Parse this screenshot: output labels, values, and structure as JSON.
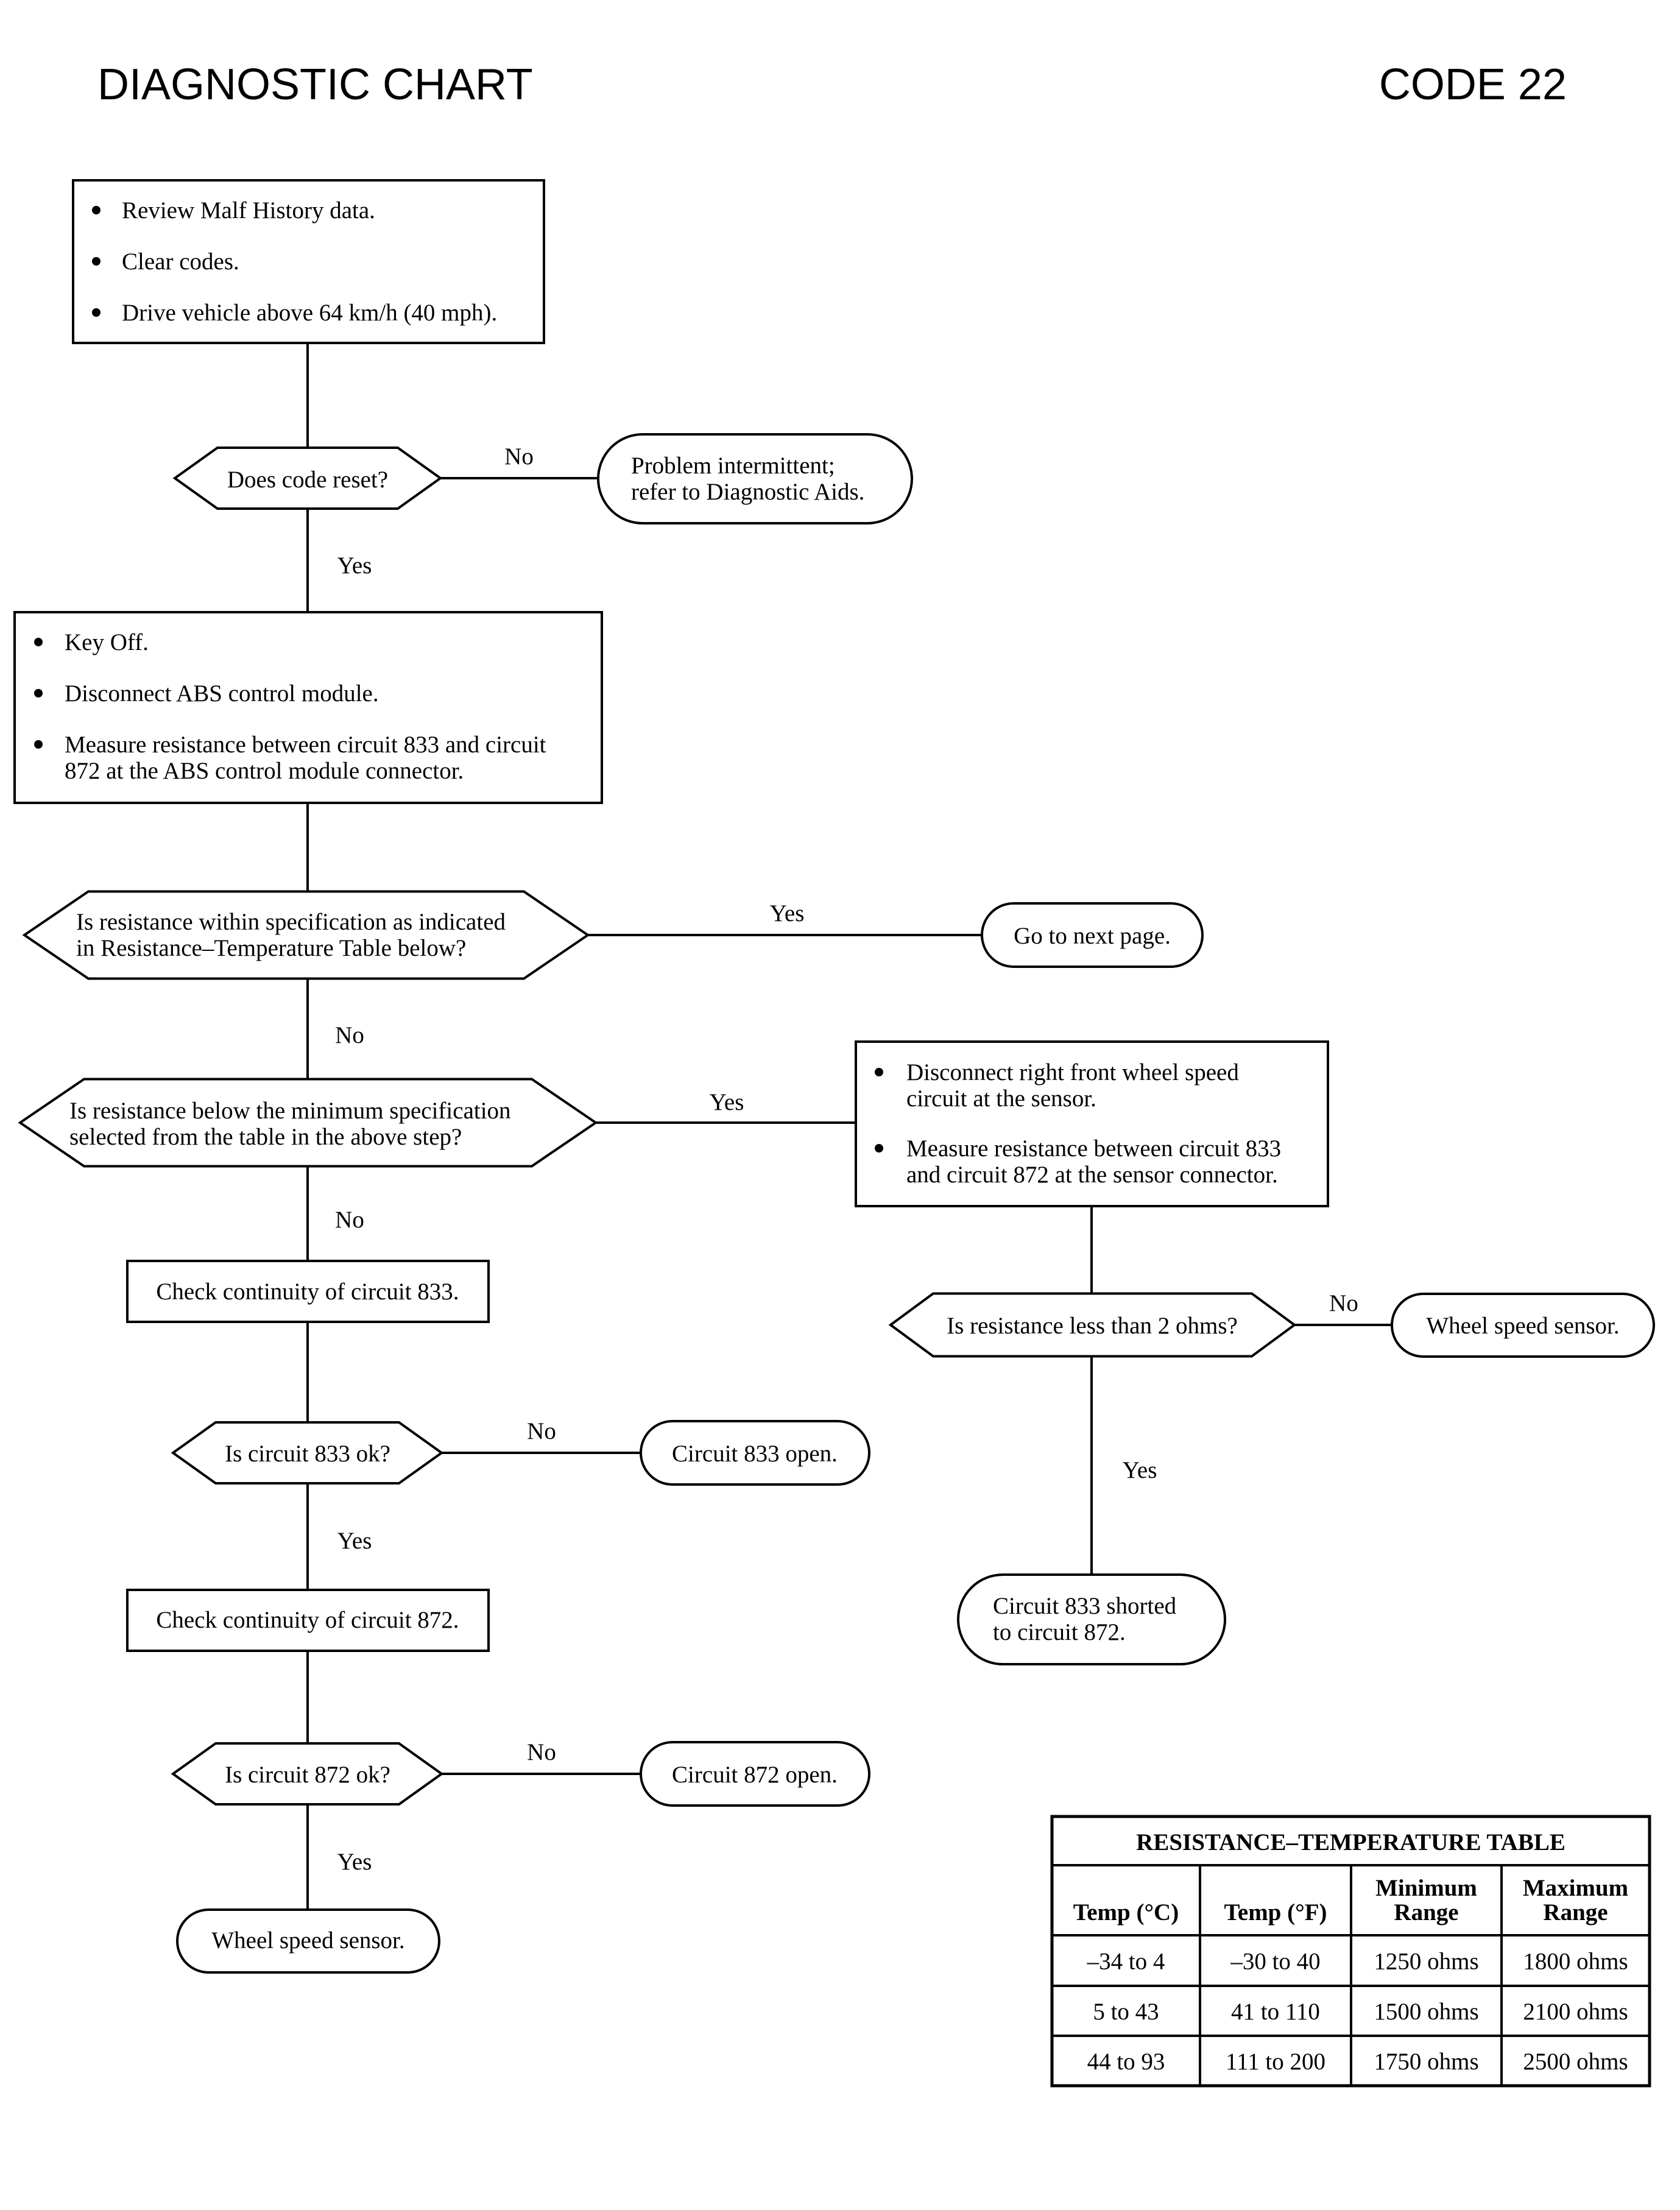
{
  "header": {
    "title": "DIAGNOSTIC CHART",
    "code": "CODE 22"
  },
  "nodes": {
    "step1": {
      "bullets": [
        "Review Malf History data.",
        "Clear codes.",
        "Drive vehicle above 64 km/h (40 mph)."
      ]
    },
    "q_reset": {
      "lines": [
        "Does code reset?"
      ]
    },
    "t_intermittent": {
      "lines": [
        "Problem intermittent;",
        "refer to Diagnostic Aids."
      ]
    },
    "step2": {
      "bullets": [
        [
          "Key Off."
        ],
        [
          "Disconnect ABS control module."
        ],
        [
          "Measure resistance between circuit 833 and circuit",
          "872 at the ABS control module connector."
        ]
      ]
    },
    "q_within": {
      "lines": [
        "Is resistance within specification as indicated",
        "in Resistance–Temperature Table below?"
      ]
    },
    "t_next": {
      "lines": [
        "Go to next page."
      ]
    },
    "q_below": {
      "lines": [
        "Is resistance below the minimum specification",
        "selected from the table in the above step?"
      ]
    },
    "step_sensor": {
      "bullets": [
        [
          "Disconnect right front wheel speed",
          "circuit at the sensor."
        ],
        [
          "Measure resistance between circuit 833",
          "and circuit 872 at the sensor connector."
        ]
      ]
    },
    "check_833": {
      "lines": [
        "Check continuity of circuit 833."
      ]
    },
    "q_less2": {
      "lines": [
        "Is resistance less than 2 ohms?"
      ]
    },
    "t_wss_right": {
      "lines": [
        "Wheel speed sensor."
      ]
    },
    "q_833ok": {
      "lines": [
        "Is circuit 833 ok?"
      ]
    },
    "t_833open": {
      "lines": [
        "Circuit 833 open."
      ]
    },
    "check_872": {
      "lines": [
        "Check continuity of circuit 872."
      ]
    },
    "t_shorted": {
      "lines": [
        "Circuit 833 shorted",
        "to circuit 872."
      ]
    },
    "q_872ok": {
      "lines": [
        "Is circuit 872 ok?"
      ]
    },
    "t_872open": {
      "lines": [
        "Circuit 872 open."
      ]
    },
    "t_wss_bottom": {
      "lines": [
        "Wheel speed sensor."
      ]
    }
  },
  "edge_labels": {
    "reset_no": "No",
    "reset_yes": "Yes",
    "within_yes": "Yes",
    "within_no": "No",
    "below_yes": "Yes",
    "below_no": "No",
    "less2_no": "No",
    "less2_yes": "Yes",
    "ok833_no": "No",
    "ok833_yes": "Yes",
    "ok872_no": "No",
    "ok872_yes": "Yes"
  },
  "table": {
    "title": "RESISTANCE–TEMPERATURE TABLE",
    "headers": [
      [
        "Temp (°C)"
      ],
      [
        "Temp (°F)"
      ],
      [
        "Minimum",
        "Range"
      ],
      [
        "Maximum",
        "Range"
      ]
    ],
    "rows": [
      [
        "–34 to 4",
        "–30 to 40",
        "1250 ohms",
        "1800 ohms"
      ],
      [
        "5 to 43",
        "41 to 110",
        "1500 ohms",
        "2100 ohms"
      ],
      [
        "44 to 93",
        "111 to 200",
        "1750 ohms",
        "2500 ohms"
      ]
    ]
  }
}
